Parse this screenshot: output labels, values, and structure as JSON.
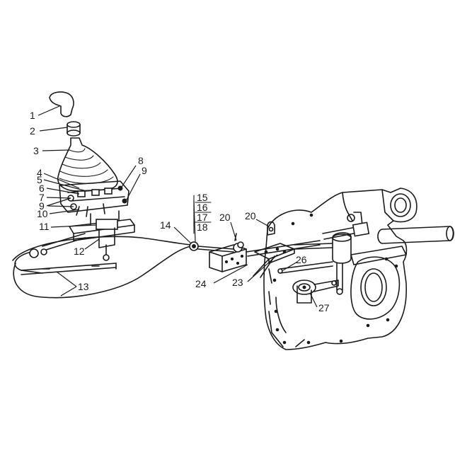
{
  "callouts": [
    {
      "id": "c1",
      "text": "1"
    },
    {
      "id": "c2",
      "text": "2"
    },
    {
      "id": "c3",
      "text": "3"
    },
    {
      "id": "c4",
      "text": "4"
    },
    {
      "id": "c5",
      "text": "5"
    },
    {
      "id": "c6",
      "text": "6"
    },
    {
      "id": "c7",
      "text": "7"
    },
    {
      "id": "c8",
      "text": "8"
    },
    {
      "id": "c9a",
      "text": "9"
    },
    {
      "id": "c9b",
      "text": "9"
    },
    {
      "id": "c10",
      "text": "10"
    },
    {
      "id": "c11",
      "text": "11"
    },
    {
      "id": "c12",
      "text": "12"
    },
    {
      "id": "c13",
      "text": "13"
    },
    {
      "id": "c14",
      "text": "14"
    },
    {
      "id": "c15",
      "text": "15"
    },
    {
      "id": "c16",
      "text": "16"
    },
    {
      "id": "c17",
      "text": "17"
    },
    {
      "id": "c18",
      "text": "18"
    },
    {
      "id": "c20a",
      "text": "20"
    },
    {
      "id": "c20b",
      "text": "20"
    },
    {
      "id": "c23",
      "text": "23"
    },
    {
      "id": "c24",
      "text": "24"
    },
    {
      "id": "c26",
      "text": "26"
    },
    {
      "id": "c27",
      "text": "27"
    }
  ]
}
